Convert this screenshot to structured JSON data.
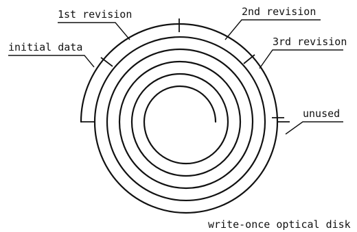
{
  "diagram": {
    "labels": {
      "initial_data": "initial data",
      "first_revision": "1st revision",
      "second_revision": "2nd revision",
      "third_revision": "3rd revision",
      "unused": "unused",
      "caption": "write-once optical disk"
    }
  }
}
